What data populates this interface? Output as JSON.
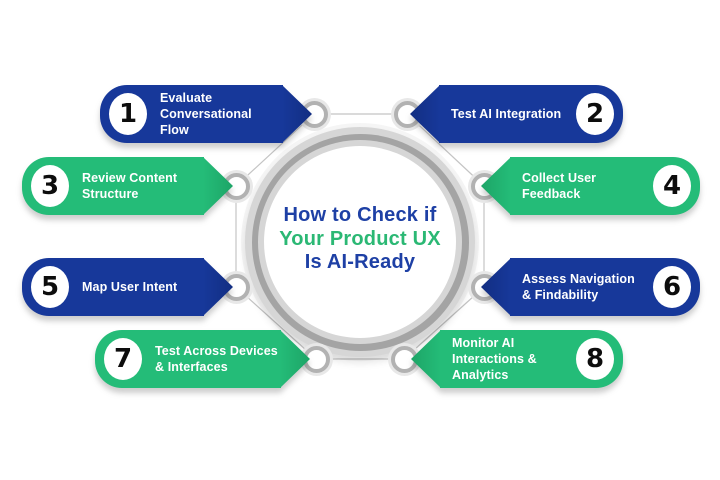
{
  "title": {
    "line1": "How to Check if",
    "line2": "Your Product UX",
    "line3": "Is AI-Ready"
  },
  "steps": [
    {
      "number": "1",
      "label": "Evaluate Conversational Flow",
      "color": "blue",
      "side": "left"
    },
    {
      "number": "2",
      "label": "Test AI Integration",
      "color": "blue",
      "side": "right"
    },
    {
      "number": "3",
      "label": "Review Content Structure",
      "color": "green",
      "side": "left"
    },
    {
      "number": "4",
      "label": "Collect User Feedback",
      "color": "green",
      "side": "right"
    },
    {
      "number": "5",
      "label": "Map User Intent",
      "color": "blue",
      "side": "left"
    },
    {
      "number": "6",
      "label": "Assess Navigation & Findability",
      "color": "blue",
      "side": "right"
    },
    {
      "number": "7",
      "label": "Test Across Devices & Interfaces",
      "color": "green",
      "side": "left"
    },
    {
      "number": "8",
      "label": "Monitor AI Interactions & Analytics",
      "color": "green",
      "side": "right"
    }
  ],
  "colors": {
    "banner_blue": "#17389a",
    "banner_green": "#24bc78",
    "title_blue": "#1e40a5",
    "title_green": "#2bb874",
    "number_text": "#0d0d0d",
    "ring_light_gray": "#d6d6d6",
    "ring_dark_gray": "#a4a4a4",
    "connector_line": "#c4c4c4",
    "background": "#ffffff"
  }
}
